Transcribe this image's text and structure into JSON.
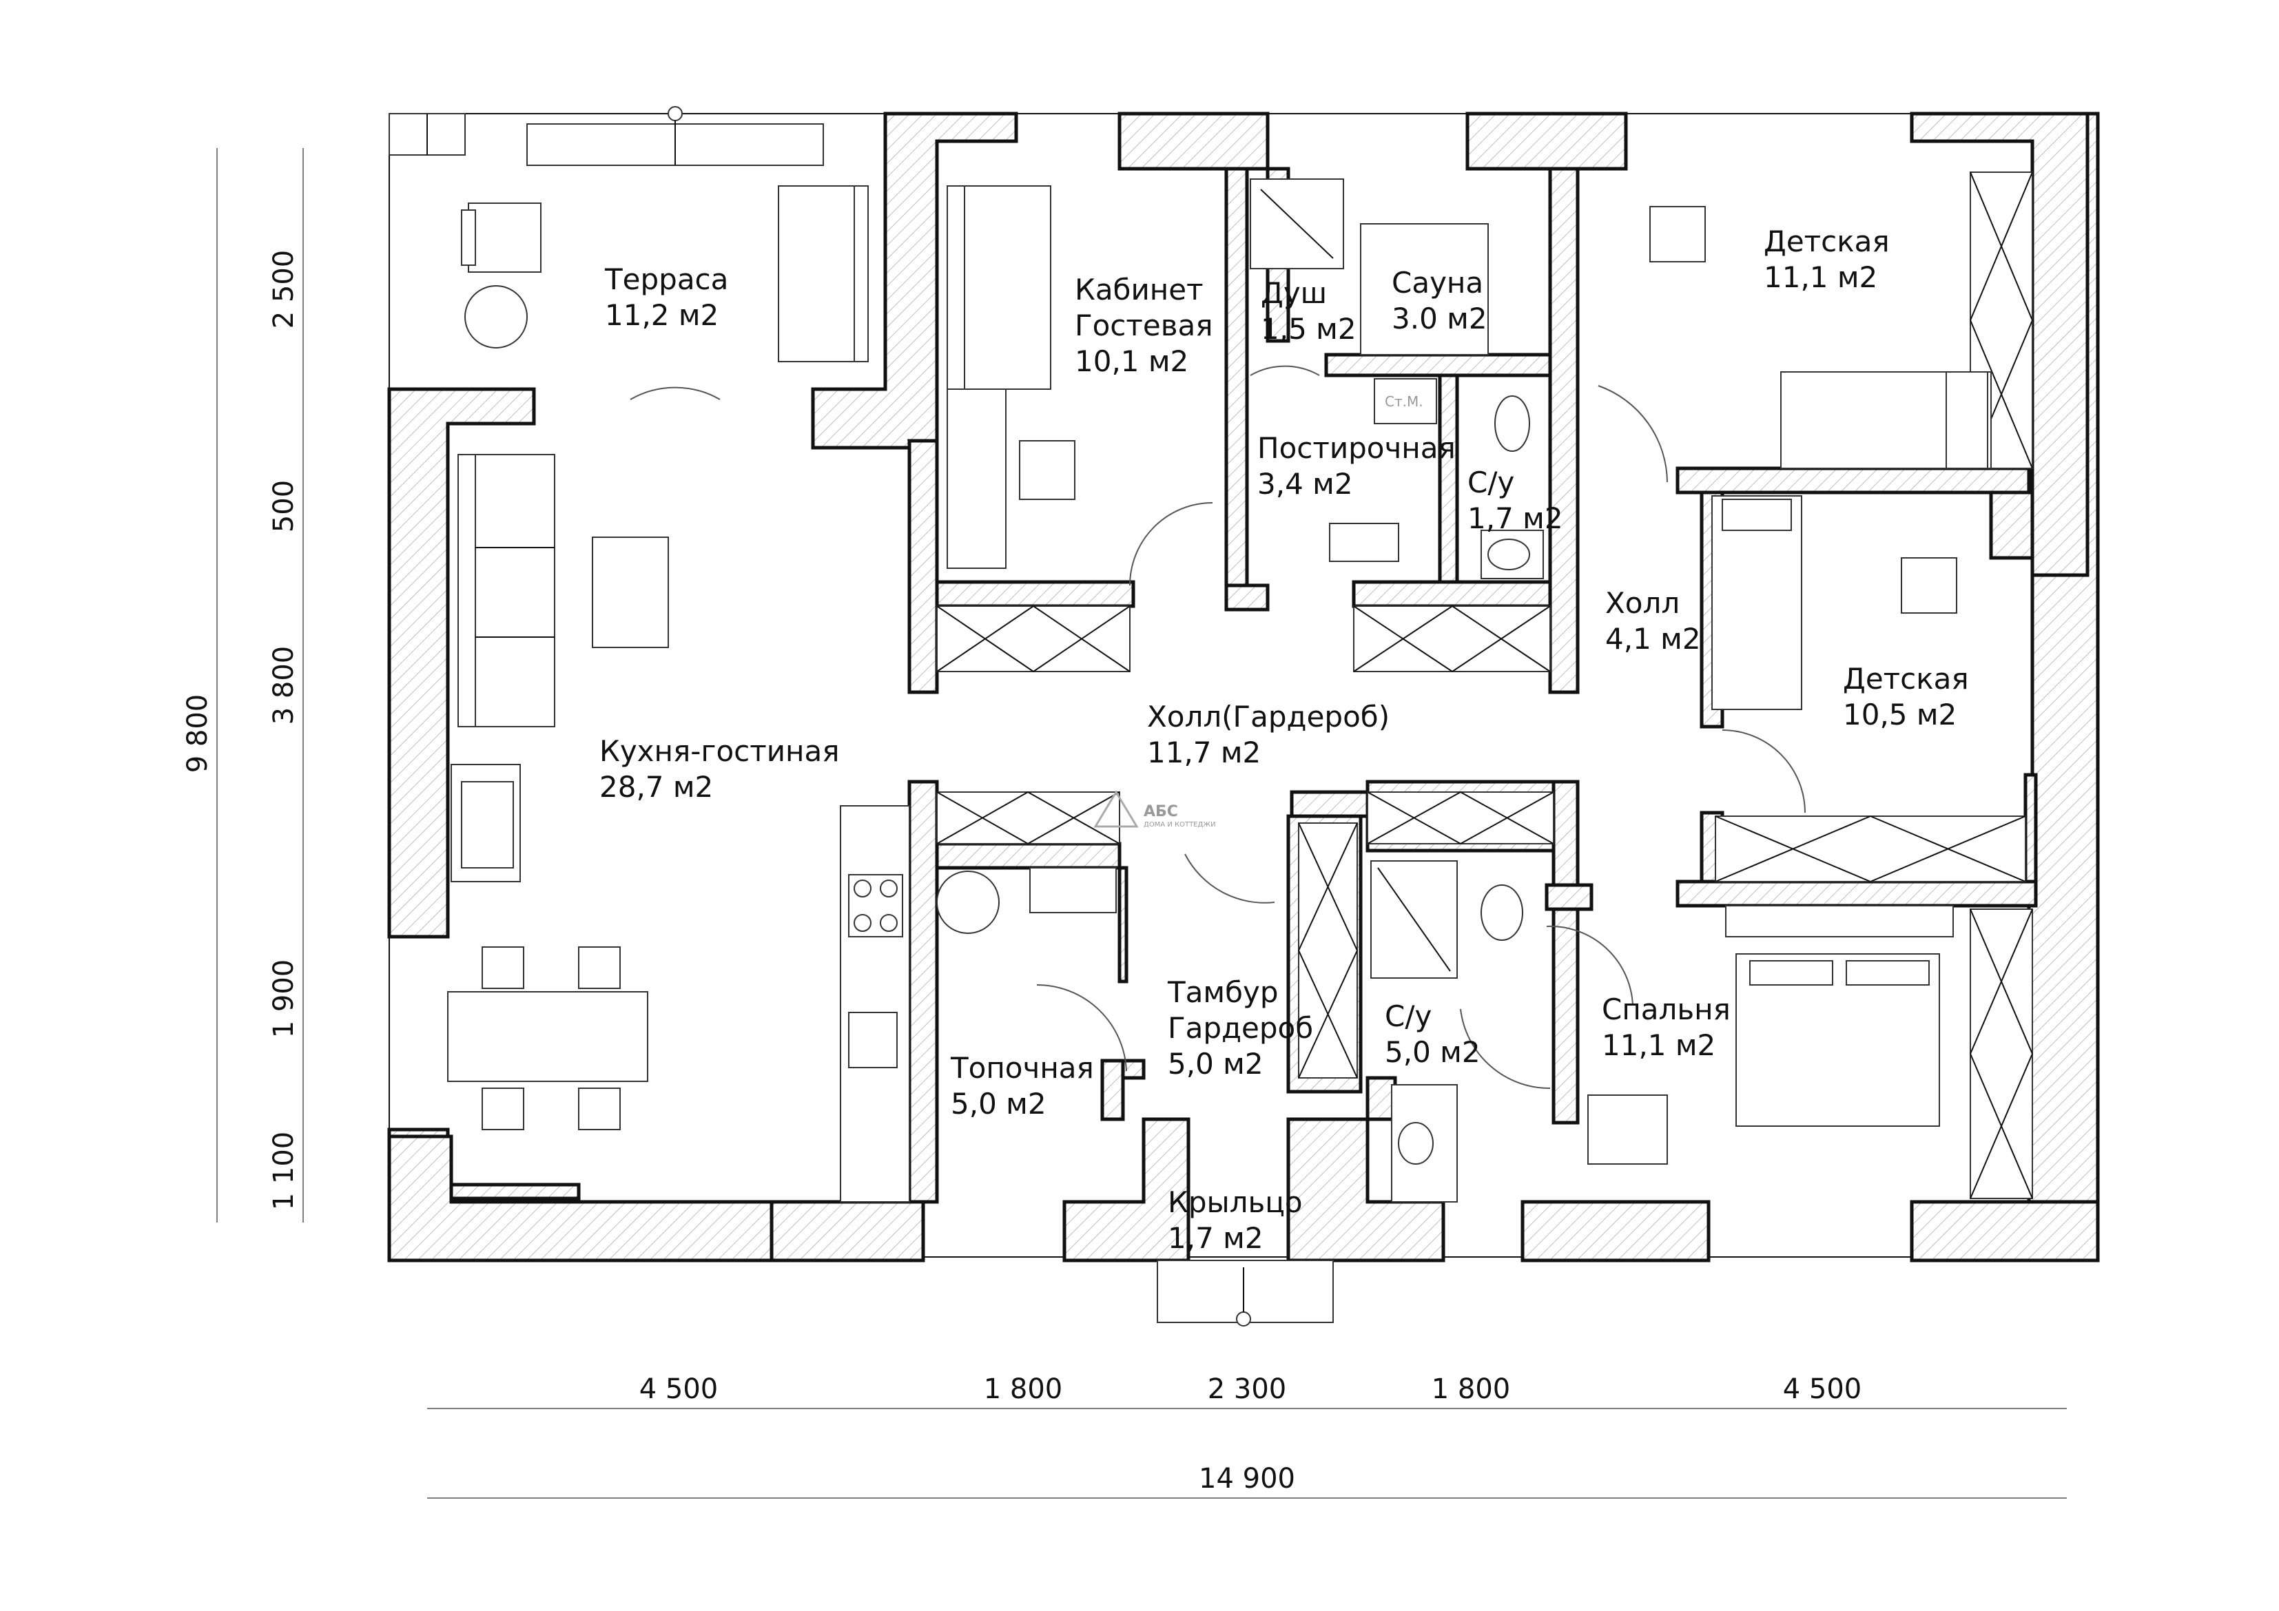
{
  "rooms": [
    {
      "id": "terrace",
      "name": "Терраса",
      "area": "11,2 м2"
    },
    {
      "id": "office",
      "name": "Кабинет",
      "name2": "Гостевая",
      "area": "10,1 м2"
    },
    {
      "id": "shower",
      "name": "Душ",
      "area": "1,5 м2"
    },
    {
      "id": "sauna",
      "name": "Сауна",
      "area": "3.0 м2"
    },
    {
      "id": "kids1",
      "name": "Детская",
      "area": "11,1 м2"
    },
    {
      "id": "laundry",
      "name": "Постирочная",
      "area": "3,4 м2"
    },
    {
      "id": "wc1",
      "name": "С/у",
      "area": "1,7 м2"
    },
    {
      "id": "hall",
      "name": "Холл",
      "area": "4,1 м2"
    },
    {
      "id": "kids2",
      "name": "Детская",
      "area": "10,5 м2"
    },
    {
      "id": "hallwardrobe",
      "name": "Холл(Гардероб)",
      "area": "11,7 м2"
    },
    {
      "id": "kitchen",
      "name": "Кухня-гостиная",
      "area": "28,7 м2"
    },
    {
      "id": "vestibule",
      "name": "Тамбур",
      "name2": "Гардероб",
      "area": "5,0 м2"
    },
    {
      "id": "boiler",
      "name": "Топочная",
      "area": "5,0 м2"
    },
    {
      "id": "wc2",
      "name": "С/у",
      "area": "5,0 м2"
    },
    {
      "id": "bedroom",
      "name": "Спальня",
      "area": "11,1 м2"
    },
    {
      "id": "porch",
      "name": "Крыльцо",
      "area": "1,7 м2"
    }
  ],
  "dimensions": {
    "vertical_total": "9 800",
    "vertical": [
      "2 500",
      "500",
      "3 800",
      "1 900",
      "1 100"
    ],
    "horizontal": [
      "4 500",
      "1 800",
      "2 300",
      "1 800",
      "4 500"
    ],
    "horizontal_total": "14 900"
  },
  "labels": {
    "washer_mark": "Ст.М.",
    "logo": "АБС",
    "logo_sub": "ДОМА И КОТТЕДЖИ"
  }
}
